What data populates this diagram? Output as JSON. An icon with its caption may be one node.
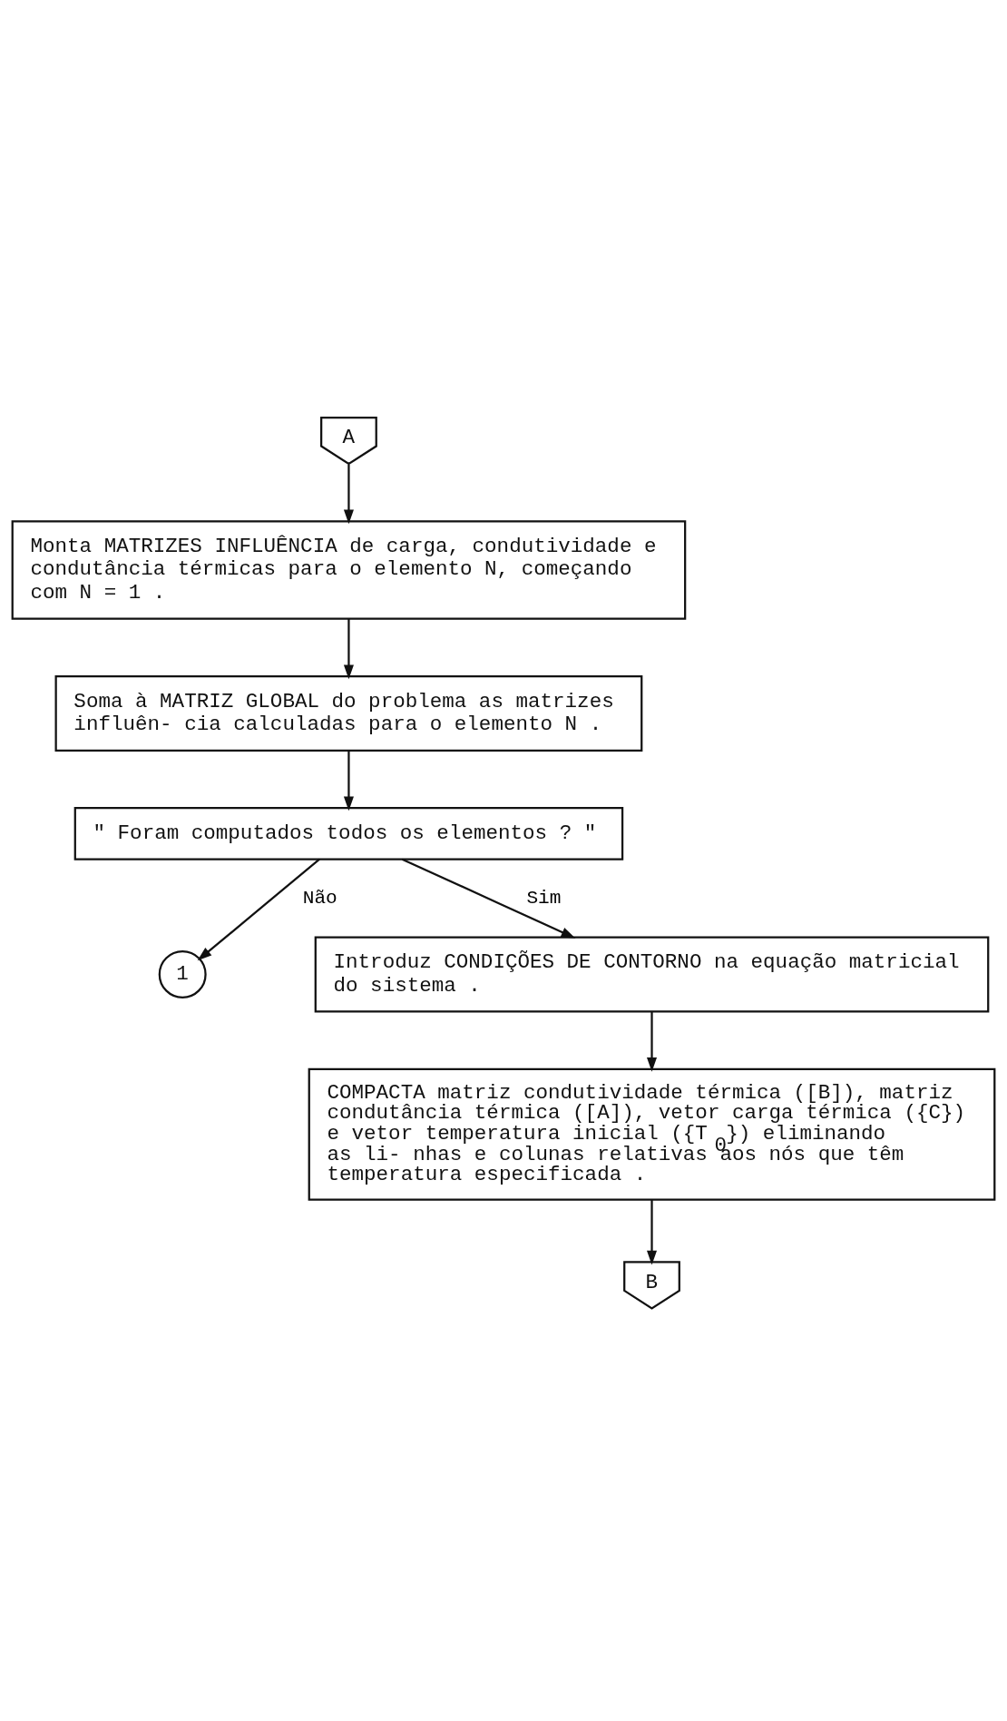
{
  "diagram": {
    "nodes": [
      {
        "text": [
          "A"
        ]
      },
      {
        "text": [
          "Monta MATRIZES INFLUÊNCIA de carga, condutividade e condutância térmicas para o elemento N, começando com N = 1 ."
        ]
      },
      {
        "text": [
          "Soma à MATRIZ GLOBAL do problema as matrizes influên- cia calculadas para o elemento N ."
        ]
      },
      {
        "text": [
          "\" Foram computados todos os elementos ? \""
        ]
      },
      {
        "text": [
          "1"
        ]
      },
      {
        "text": [
          "Introduz CONDIÇÕES DE CONTORNO na equação matricial do sistema ."
        ]
      },
      {
        "text": [
          "COMPACTA matriz condutividade térmica ([B]), matriz condutância térmica ([A]), vetor carga térmica ({C}) e vetor temperatura inicial ({T$_{0}$}) eliminando as li- nhas e colunas relativas aos nós que têm temperatura especificada ."
        ]
      },
      {
        "text": [
          "B"
        ]
      }
    ],
    "edges": [
      {
        "from": 0,
        "to": 1,
        "arrow": "to"
      },
      {
        "from": 1,
        "to": 2,
        "arrow": "to"
      },
      {
        "from": 2,
        "to": 3,
        "arrow": "to"
      },
      {
        "from": 3,
        "to": 5,
        "arrow": "to",
        "label": "Sim"
      },
      {
        "from": 3,
        "to": 4,
        "arrow": "to",
        "label": "Não"
      },
      {
        "from": 5,
        "to": 6,
        "arrow": "to"
      },
      {
        "from": 6,
        "to": 7,
        "arrow": "to"
      }
    ]
  }
}
